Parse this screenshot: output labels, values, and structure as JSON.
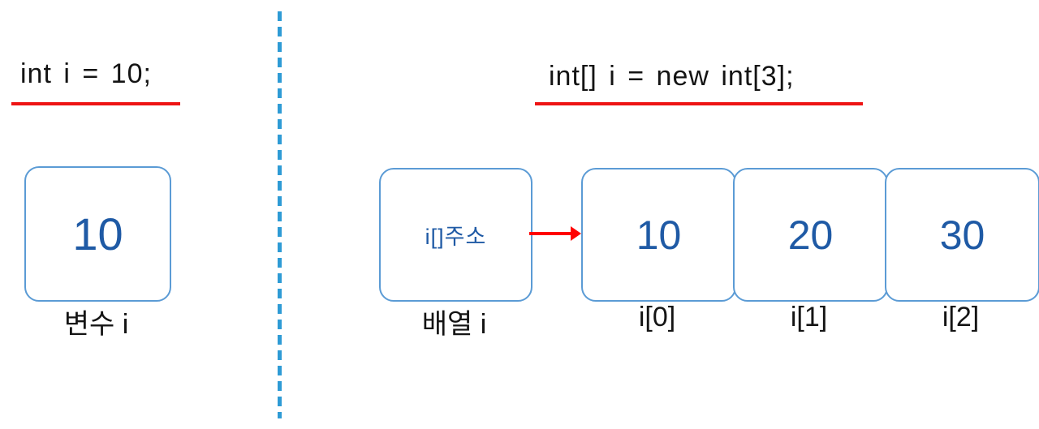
{
  "colors": {
    "box_border": "#5B9BD5",
    "value_text": "#1F5AA5",
    "divider": "#2E9BD5",
    "underline": "#EE1414",
    "arrow": "#FF0000",
    "code_text": "#141414",
    "label_text": "#141414"
  },
  "left_panel": {
    "code": "int i = 10;",
    "box_value": "10",
    "label": "변수 i"
  },
  "right_panel": {
    "code": "int[] i = new int[3];",
    "address_box": {
      "value": "i[]주소",
      "label": "배열 i"
    },
    "cells": [
      {
        "value": "10",
        "label": "i[0]"
      },
      {
        "value": "20",
        "label": "i[1]"
      },
      {
        "value": "30",
        "label": "i[2]"
      }
    ]
  }
}
